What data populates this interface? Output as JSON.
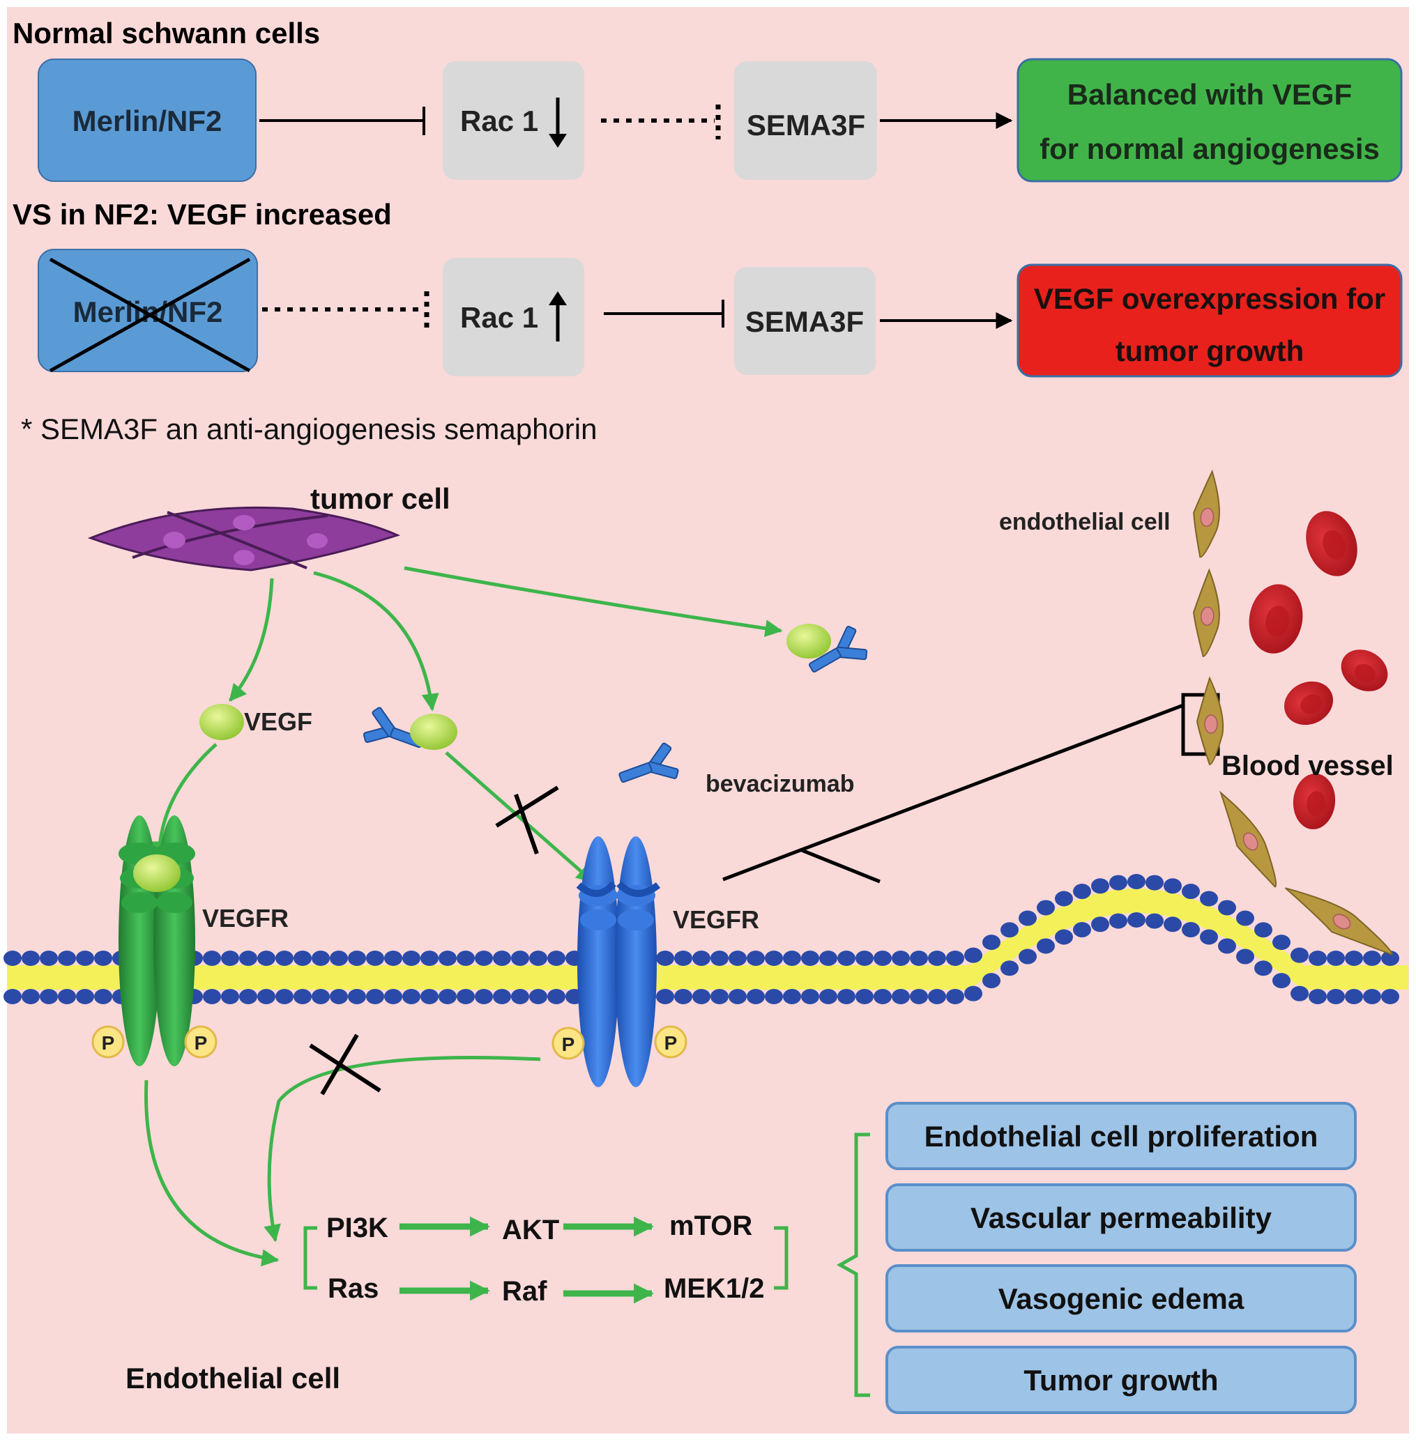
{
  "sections": {
    "normal_title": "Normal schwann cells",
    "vs_title": "VS in NF2: VEGF increased",
    "footnote": "* SEMA3F an anti-angiogenesis semaphorin"
  },
  "row1": {
    "merlin": "Merlin/NF2",
    "rac": "Rac 1",
    "sema": "SEMA3F",
    "outcome_line1": "Balanced with VEGF",
    "outcome_line2": "for normal angiogenesis"
  },
  "row2": {
    "merlin": "Merlin/NF2",
    "rac": "Rac 1",
    "sema": "SEMA3F",
    "outcome_line1": "VEGF overexpression for",
    "outcome_line2": "tumor growth"
  },
  "mechanism": {
    "tumor_cell": "tumor cell",
    "vegf": "VEGF",
    "bevacizumab": "bevacizumab",
    "vegfr_left": "VEGFR",
    "vegfr_right": "VEGFR",
    "p": "P",
    "endothelial_cell_top": "endothelial cell",
    "blood_vessel": "Blood vessel",
    "endothelial_cell_bottom": "Endothelial cell"
  },
  "pathway": {
    "pi3k": "PI3K",
    "akt": "AKT",
    "mtor": "mTOR",
    "ras": "Ras",
    "raf": "Raf",
    "mek": "MEK1/2"
  },
  "outcomes": [
    "Endothelial cell proliferation",
    "Vascular permeability",
    "Vasogenic edema",
    "Tumor growth"
  ],
  "colors": {
    "background": "#fad9d9",
    "merlin_box": "#5b9bd5",
    "gray_box": "#d9d9d9",
    "green_box": "#40b449",
    "red_box": "#e8211c",
    "outcome_box": "#9dc3e6",
    "arrow_green": "#3db54a",
    "receptor_green": "#2f9e44",
    "receptor_blue": "#2e6fd8",
    "membrane_blue": "#2b4aa8",
    "membrane_yellow": "#f3f05a",
    "vegf": "#b5de45",
    "rbc": "#c8161d",
    "endo": "#b7973f",
    "tumor": "#8e3d9c"
  }
}
